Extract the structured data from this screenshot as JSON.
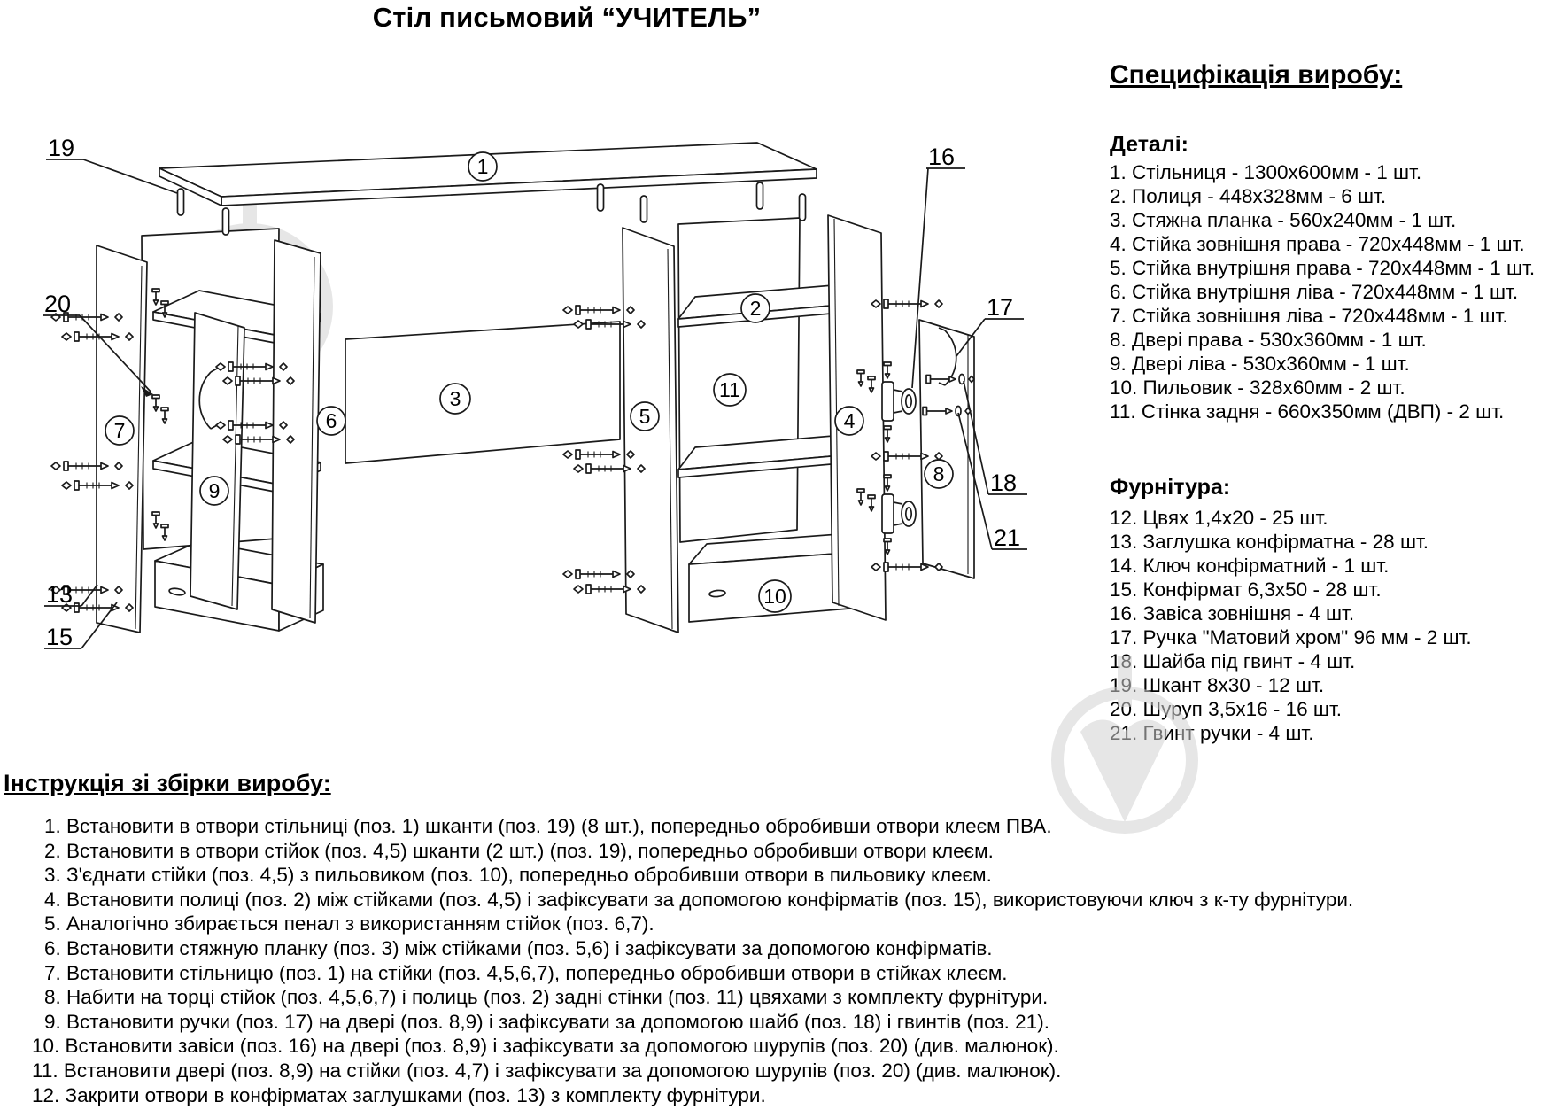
{
  "title": "Стіл письмовий “УЧИТЕЛЬ”",
  "spec": {
    "heading": "Специфікація виробу:",
    "details_heading": "Деталі:",
    "details": [
      "1. Стільниця - 1300х600мм - 1 шт.",
      "2. Полиця - 448х328мм - 6 шт.",
      "3. Стяжна планка - 560х240мм - 1 шт.",
      "4. Стійка зовнішня права - 720х448мм - 1 шт.",
      "5. Стійка внутрішня права - 720х448мм - 1 шт.",
      "6. Стійка внутрішня ліва - 720х448мм - 1 шт.",
      "7. Стійка зовнішня ліва - 720х448мм - 1 шт.",
      "8. Двері права - 530х360мм - 1 шт.",
      "9. Двері ліва - 530х360мм - 1 шт.",
      "10. Пильовик - 328х60мм - 2 шт.",
      "11. Стінка задня - 660х350мм (ДВП) - 2 шт."
    ],
    "hardware_heading": "Фурнітура:",
    "hardware": [
      "12. Цвях 1,4х20 - 25 шт.",
      "13. Заглушка конфірматна - 28 шт.",
      "14. Ключ конфірматний - 1 шт.",
      "15. Конфірмат 6,3х50 - 28 шт.",
      "16. Завіса зовнішня - 4 шт.",
      "17. Ручка \"Матовий хром\" 96 мм - 2 шт.",
      "18. Шайба під гвинт - 4 шт.",
      "19. Шкант 8х30 - 12 шт.",
      "20. Шуруп 3,5х16 - 16 шт.",
      "21. Гвинт ручки - 4 шт."
    ]
  },
  "instructions": {
    "heading": "Інструкція зі збірки виробу:",
    "steps": [
      "1. Встановити в отвори стільниці (поз. 1) шканти (поз. 19) (8 шт.), попередньо обробивши отвори клеєм ПВА.",
      "2. Встановити в отвори стійок (поз. 4,5) шканти (2 шт.) (поз. 19), попередньо обробивши отвори клеєм.",
      "3. З'єднати стійки (поз. 4,5) з пильовиком (поз. 10), попередньо обробивши отвори в пильовику клеєм.",
      "4. Встановити полиці (поз. 2) між стійками (поз. 4,5) і зафіксувати за допомогою конфірматів (поз. 15), використовуючи ключ з к-ту фурнітури.",
      "5. Аналогічно збирається пенал з використанням стійок (поз. 6,7).",
      "6. Встановити стяжную планку (поз. 3) між стійками (поз. 5,6) і зафіксувати за допомогою конфірматів.",
      "7. Встановити стільницю (поз. 1) на стійки (поз. 4,5,6,7), попередньо обробивши отвори в стійках клеєм.",
      "8. Набити на торці стійок (поз. 4,5,6,7) і полиць (поз. 2) задні стінки (поз. 11) цвяхами з комплекту фурнітури.",
      "9. Встановити ручки (поз. 17) на двері (поз. 8,9) і зафіксувати за допомогою шайб (поз. 18) і гвинтів (поз. 21).",
      "10. Встановити завіси (поз. 16) на двері (поз. 8,9) і зафіксувати за допомогою шурупів (поз. 20) (див. малюнок).",
      "11. Встановити двері (поз. 8,9) на стійки (поз. 4,7) і зафіксувати за допомогою шурупів (поз. 20) (див. малюнок).",
      "12. Закрити отвори в конфірматах заглушками (поз. 13) з комплекту фурнітури."
    ]
  },
  "diagram": {
    "callouts": {
      "n1": "1",
      "n2": "2",
      "n3": "3",
      "n4": "4",
      "n5": "5",
      "n6": "6",
      "n7": "7",
      "n8": "8",
      "n9": "9",
      "n10": "10",
      "n11": "11",
      "n13": "13",
      "n15": "15",
      "n16": "16",
      "n17": "17",
      "n18": "18",
      "n19": "19",
      "n20": "20",
      "n21": "21"
    },
    "colors": {
      "ink": "#1a1a1a",
      "watermark": "#d2d2d2"
    }
  }
}
